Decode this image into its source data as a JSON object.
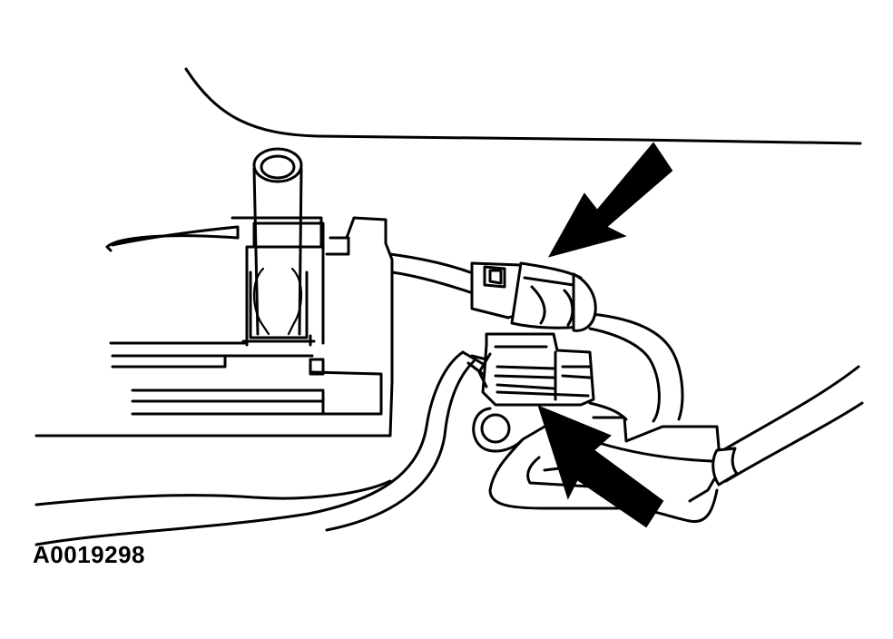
{
  "figure": {
    "id_label": "A0019298",
    "colors": {
      "line": "#000000",
      "background": "#ffffff"
    },
    "callouts": [
      {
        "name": "upper-connector-arrow",
        "icon": "arrow-icon"
      },
      {
        "name": "lower-connector-arrow",
        "icon": "arrow-icon"
      }
    ]
  }
}
